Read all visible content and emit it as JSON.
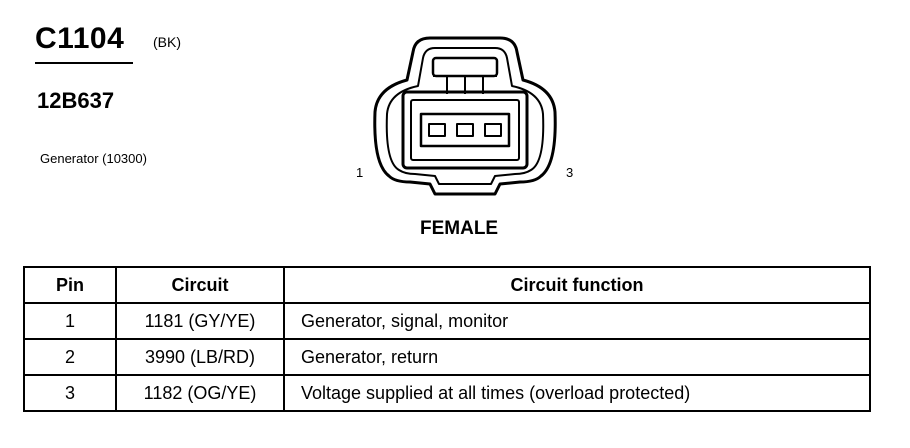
{
  "header": {
    "connector_id": "C1104",
    "color_code": "(BK)",
    "part_number": "12B637",
    "component": "Generator (10300)"
  },
  "diagram": {
    "pin_left": "1",
    "pin_right": "3",
    "gender": "FEMALE"
  },
  "table": {
    "headers": [
      "Pin",
      "Circuit",
      "Circuit function"
    ],
    "rows": [
      [
        "1",
        "1181 (GY/YE)",
        "Generator, signal, monitor"
      ],
      [
        "2",
        "3990 (LB/RD)",
        "Generator, return"
      ],
      [
        "3",
        "1182 (OG/YE)",
        "Voltage supplied at all times (overload protected)"
      ]
    ]
  }
}
